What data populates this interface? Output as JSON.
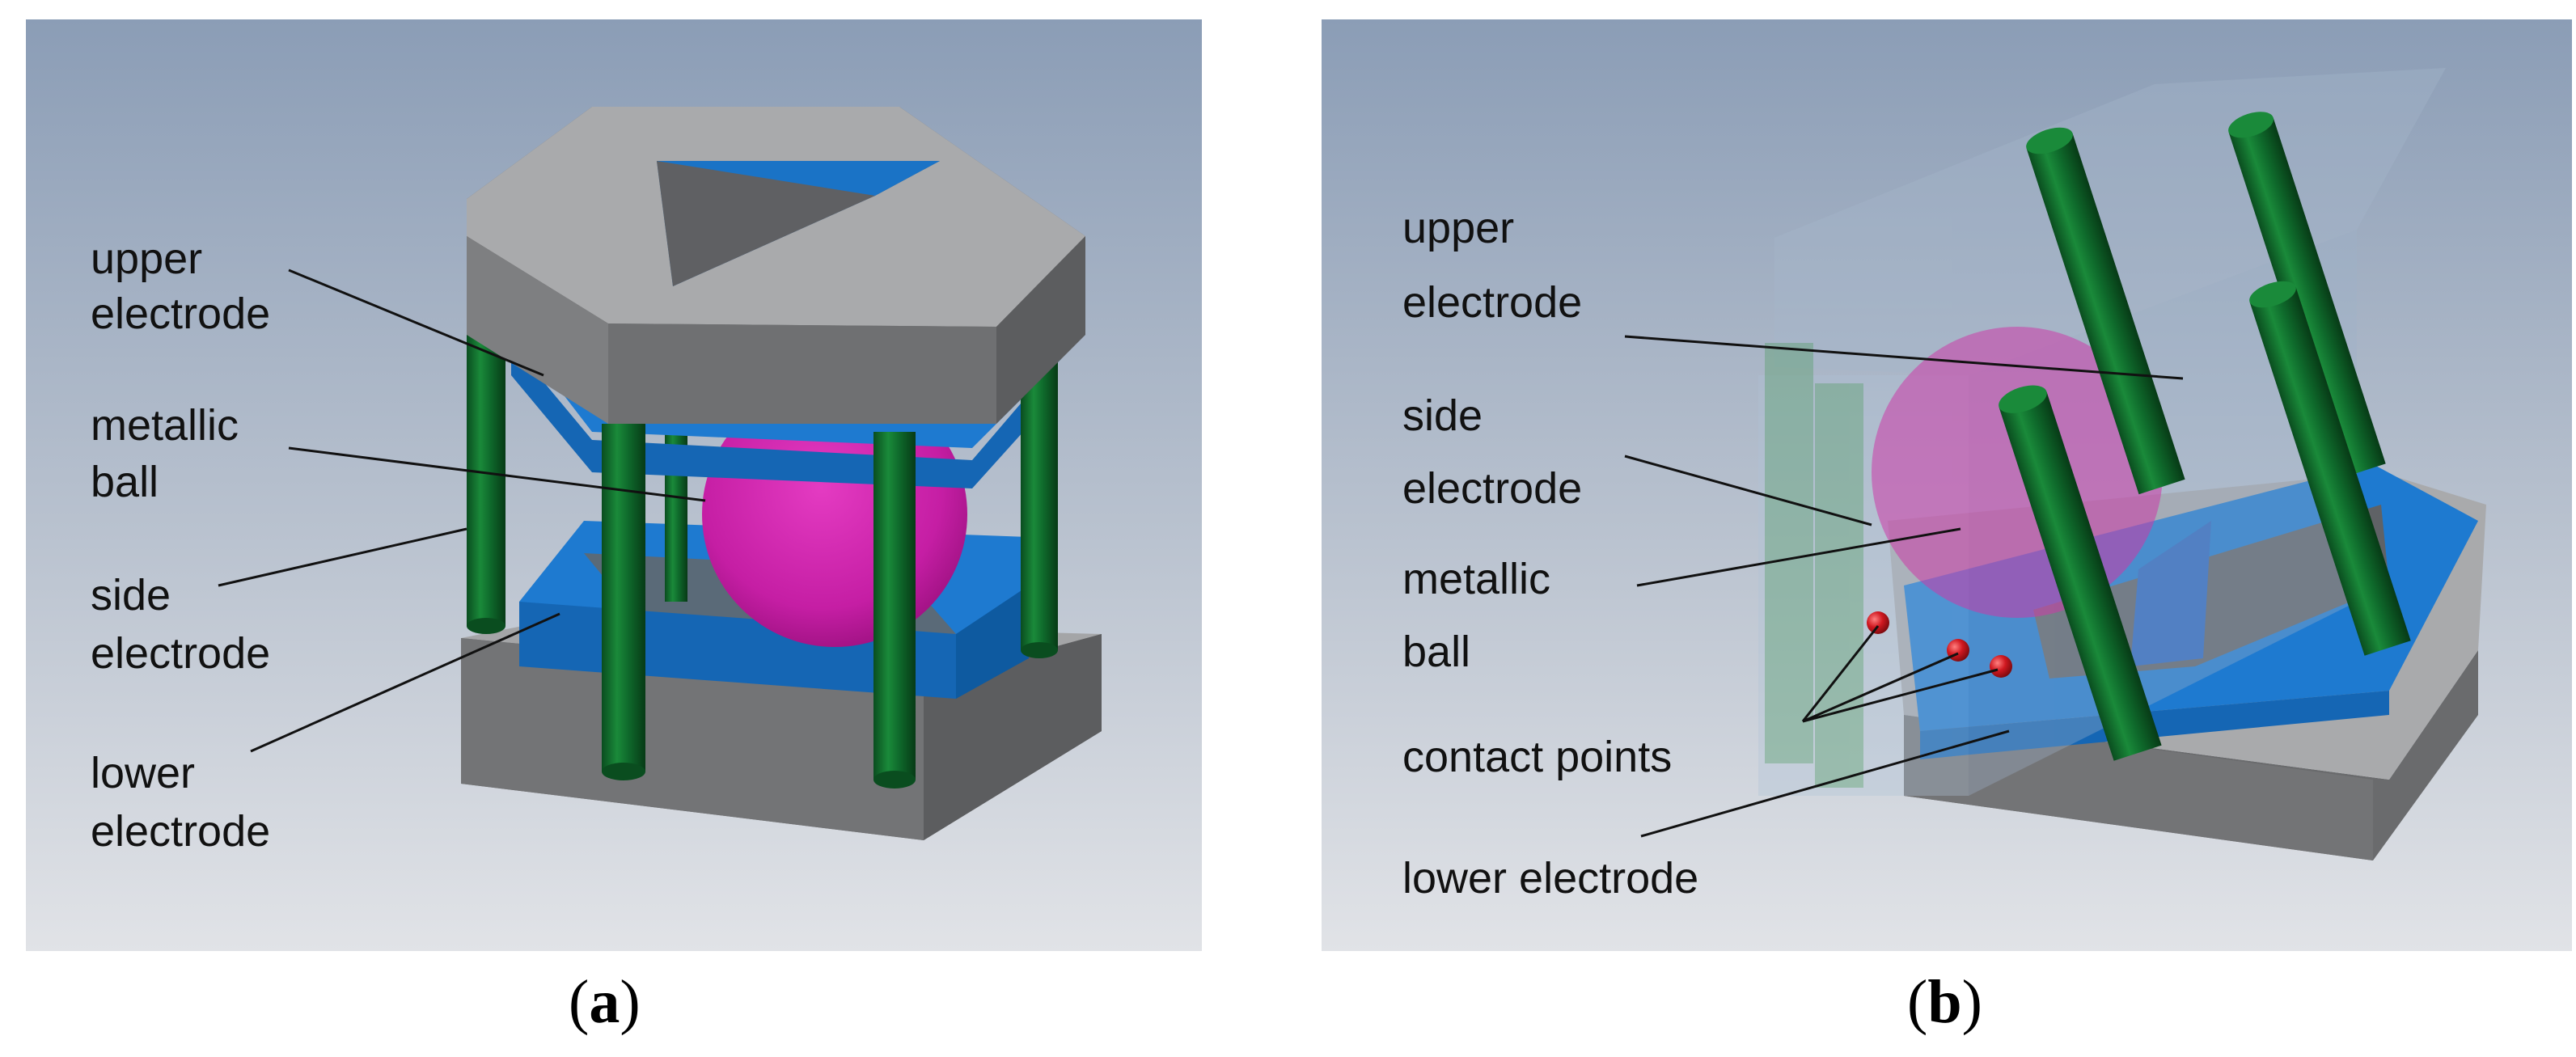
{
  "panel_a": {
    "labels": {
      "upper_electrode_1": "upper",
      "upper_electrode_2": "electrode",
      "metallic_ball_1": "metallic",
      "metallic_ball_2": "ball",
      "side_electrode_1": "side",
      "side_electrode_2": "electrode",
      "lower_electrode_1": "lower",
      "lower_electrode_2": "electrode"
    },
    "caption": {
      "open": "(",
      "letter": "a",
      "close": ")"
    }
  },
  "panel_b": {
    "labels": {
      "upper_electrode_1": "upper",
      "upper_electrode_2": "electrode",
      "side_electrode_1": "side",
      "side_electrode_2": "electrode",
      "metallic_ball_1": "metallic",
      "metallic_ball_2": "ball",
      "contact_points": "contact points",
      "lower_electrode": "lower electrode"
    },
    "caption": {
      "open": "(",
      "letter": "b",
      "close": ")"
    }
  },
  "colors": {
    "background_top": "#8fa0b8",
    "background_bottom": "#dfe2e8",
    "gray_plate_top": "#a9aaac",
    "gray_plate_side": "#6b6c6e",
    "blue_plate": "#1a73c6",
    "green_rod": "#0f6b2c",
    "ball": "#cc22aa",
    "contact_point": "#c8141e"
  }
}
